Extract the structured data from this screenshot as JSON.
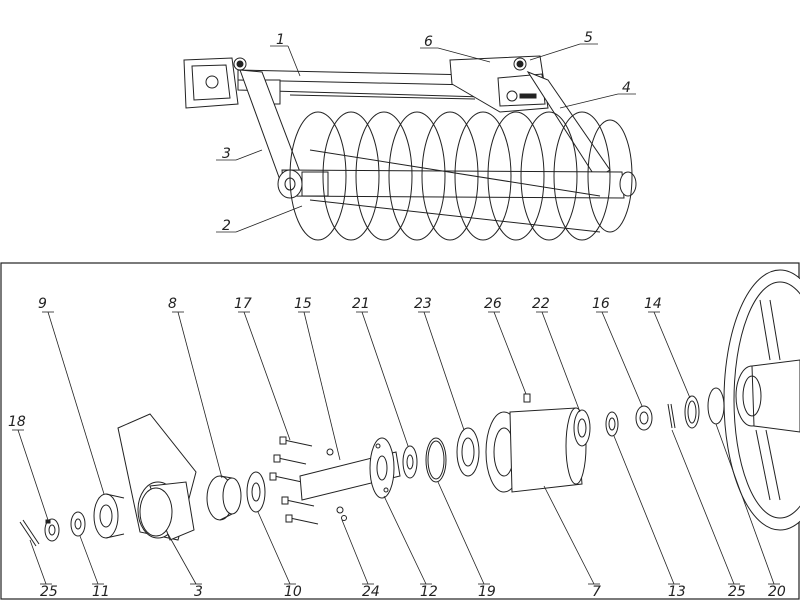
{
  "top_callouts": [
    {
      "id": "c1",
      "text": "1"
    },
    {
      "id": "c2",
      "text": "2"
    },
    {
      "id": "c3",
      "text": "3"
    },
    {
      "id": "c4",
      "text": "4"
    },
    {
      "id": "c5",
      "text": "5"
    },
    {
      "id": "c6",
      "text": "6"
    }
  ],
  "detail_callouts_top": [
    {
      "id": "d9",
      "text": "9"
    },
    {
      "id": "d8",
      "text": "8"
    },
    {
      "id": "d17",
      "text": "17"
    },
    {
      "id": "d15",
      "text": "15"
    },
    {
      "id": "d21",
      "text": "21"
    },
    {
      "id": "d23",
      "text": "23"
    },
    {
      "id": "d26",
      "text": "26"
    },
    {
      "id": "d22",
      "text": "22"
    },
    {
      "id": "d16",
      "text": "16"
    },
    {
      "id": "d14",
      "text": "14"
    },
    {
      "id": "d18",
      "text": "18"
    }
  ],
  "detail_callouts_bottom": [
    {
      "id": "b25a",
      "text": "25"
    },
    {
      "id": "b11",
      "text": "11"
    },
    {
      "id": "b3",
      "text": "3"
    },
    {
      "id": "b10",
      "text": "10"
    },
    {
      "id": "b24",
      "text": "24"
    },
    {
      "id": "b12",
      "text": "12"
    },
    {
      "id": "b19",
      "text": "19"
    },
    {
      "id": "b7",
      "text": "7"
    },
    {
      "id": "b13",
      "text": "13"
    },
    {
      "id": "b25b",
      "text": "25"
    },
    {
      "id": "b20",
      "text": "20"
    }
  ]
}
